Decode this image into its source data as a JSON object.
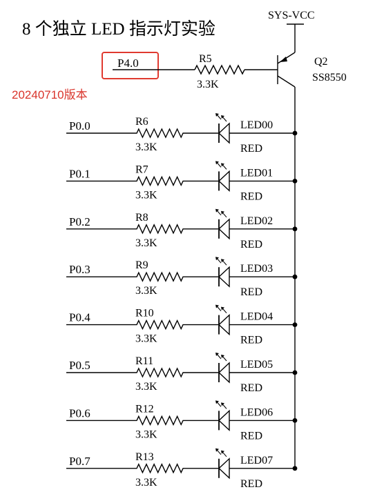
{
  "title": "8 个独立 LED 指示灯实验",
  "version": "20240710版本",
  "supply": {
    "label": "SYS-VCC"
  },
  "transistor": {
    "ref": "Q2",
    "part": "SS8550"
  },
  "control": {
    "port": "P4.0",
    "resistor": {
      "ref": "R5",
      "value": "3.3K"
    }
  },
  "leds": [
    {
      "port": "P0.0",
      "resistor": "R6",
      "value": "3.3K",
      "ref": "LED00",
      "color": "RED"
    },
    {
      "port": "P0.1",
      "resistor": "R7",
      "value": "3.3K",
      "ref": "LED01",
      "color": "RED"
    },
    {
      "port": "P0.2",
      "resistor": "R8",
      "value": "3.3K",
      "ref": "LED02",
      "color": "RED"
    },
    {
      "port": "P0.3",
      "resistor": "R9",
      "value": "3.3K",
      "ref": "LED03",
      "color": "RED"
    },
    {
      "port": "P0.4",
      "resistor": "R10",
      "value": "3.3K",
      "ref": "LED04",
      "color": "RED"
    },
    {
      "port": "P0.5",
      "resistor": "R11",
      "value": "3.3K",
      "ref": "LED05",
      "color": "RED"
    },
    {
      "port": "P0.6",
      "resistor": "R12",
      "value": "3.3K",
      "ref": "LED06",
      "color": "RED"
    },
    {
      "port": "P0.7",
      "resistor": "R13",
      "value": "3.3K",
      "ref": "LED07",
      "color": "RED"
    }
  ],
  "colors": {
    "highlight": "#e0392f",
    "version_text": "#d9342b",
    "wire": "#000000"
  }
}
